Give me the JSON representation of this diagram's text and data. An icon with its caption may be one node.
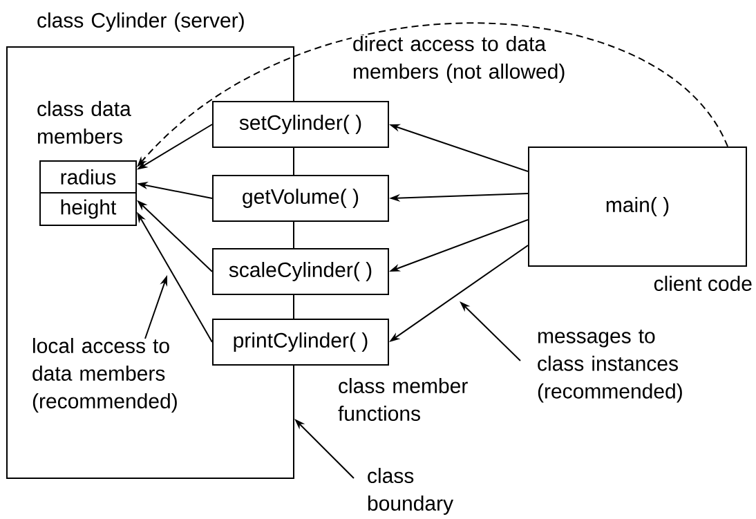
{
  "diagram": {
    "nodes": [
      {
        "text": [
          "class Cylinder (server)"
        ]
      },
      {
        "text": [
          "class data members"
        ],
        "in": 0
      },
      {
        "text": [
          "radius"
        ],
        "in": 1
      },
      {
        "text": [
          "height"
        ],
        "in": 1
      },
      {
        "text": [
          "setCylinder( )"
        ]
      },
      {
        "text": [
          "getVolume( )"
        ]
      },
      {
        "text": [
          "scaleCylinder( )"
        ]
      },
      {
        "text": [
          "printCylinder( )"
        ]
      },
      {
        "text": [
          "main( )"
        ],
        "beside": [
          "client code"
        ]
      },
      {
        "text": [
          "local access to data members (recommended)"
        ],
        "in": 0
      },
      {
        "text": [
          "messages to class instances (recommended)"
        ]
      },
      {
        "text": [
          "class boundary"
        ]
      }
    ],
    "edges": [
      {
        "from": 8,
        "to": 1,
        "arrow": "to",
        "style": "dashed",
        "label": "direct access to data members (not allowed)"
      },
      {
        "from": 4,
        "to": 1,
        "arrow": "to"
      },
      {
        "from": 5,
        "to": 1,
        "arrow": "to"
      },
      {
        "from": 6,
        "to": 1,
        "arrow": "to"
      },
      {
        "from": 7,
        "to": 1,
        "arrow": "to"
      },
      {
        "from": 8,
        "to": 4,
        "arrow": "to"
      },
      {
        "from": 8,
        "to": 5,
        "arrow": "to"
      },
      {
        "from": 8,
        "to": 6,
        "arrow": "to"
      },
      {
        "from": 8,
        "to": 7,
        "arrow": "to"
      },
      {
        "from": 9,
        "to": null,
        "arrow": "to"
      },
      {
        "from": 10,
        "to": null,
        "arrow": "to"
      },
      {
        "from": 11,
        "to": 0,
        "arrow": "to"
      }
    ],
    "labels": [
      "class member functions"
    ]
  }
}
